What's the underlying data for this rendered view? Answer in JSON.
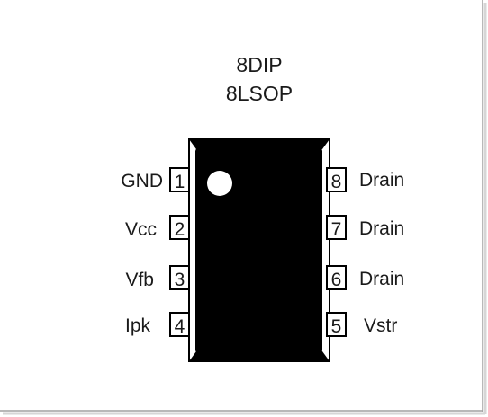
{
  "package": {
    "line1": "8DIP",
    "line2": "8LSOP"
  },
  "pins_left": [
    {
      "number": "1",
      "label": "GND"
    },
    {
      "number": "2",
      "label": "Vcc"
    },
    {
      "number": "3",
      "label": "Vfb"
    },
    {
      "number": "4",
      "label": "Ipk"
    }
  ],
  "pins_right": [
    {
      "number": "8",
      "label": "Drain"
    },
    {
      "number": "7",
      "label": "Drain"
    },
    {
      "number": "6",
      "label": "Drain"
    },
    {
      "number": "5",
      "label": "Vstr"
    }
  ],
  "colors": {
    "body": "#000000",
    "outline": "#000000",
    "frame_shadow": "#c8c8c8"
  }
}
